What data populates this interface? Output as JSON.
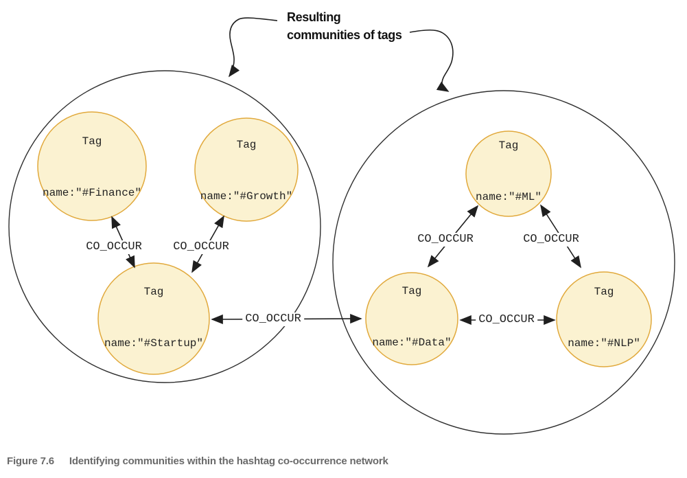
{
  "annotation": {
    "line1": "Resulting",
    "line2": "communities of tags"
  },
  "communities": [
    {
      "name": "left-community"
    },
    {
      "name": "right-community"
    }
  ],
  "nodes": [
    {
      "id": "finance",
      "title": "Tag",
      "name_line": "name:\"#Finance\""
    },
    {
      "id": "growth",
      "title": "Tag",
      "name_line": "name:\"#Growth\""
    },
    {
      "id": "startup",
      "title": "Tag",
      "name_line": "name:\"#Startup\""
    },
    {
      "id": "ml",
      "title": "Tag",
      "name_line": "name:\"#ML\""
    },
    {
      "id": "data",
      "title": "Tag",
      "name_line": "name:\"#Data\""
    },
    {
      "id": "nlp",
      "title": "Tag",
      "name_line": "name:\"#NLP\""
    }
  ],
  "edges": [
    {
      "from": "finance",
      "to": "startup",
      "label": "CO_OCCUR"
    },
    {
      "from": "growth",
      "to": "startup",
      "label": "CO_OCCUR"
    },
    {
      "from": "startup",
      "to": "data",
      "label": "CO_OCCUR"
    },
    {
      "from": "ml",
      "to": "data",
      "label": "CO_OCCUR"
    },
    {
      "from": "ml",
      "to": "nlp",
      "label": "CO_OCCUR"
    },
    {
      "from": "data",
      "to": "nlp",
      "label": "CO_OCCUR"
    }
  ],
  "caption": {
    "figure_label": "Figure 7.6",
    "text": "Identifying communities within the hashtag co-occurrence network"
  },
  "colors": {
    "node_fill": "#FBF2D1",
    "node_stroke": "#E1A93C",
    "community_stroke": "#2F2F2F",
    "arrow_color": "#1F1F1F",
    "text_color": "#222222",
    "annotation_color": "#111111",
    "caption_color": "#6A6A6A"
  }
}
